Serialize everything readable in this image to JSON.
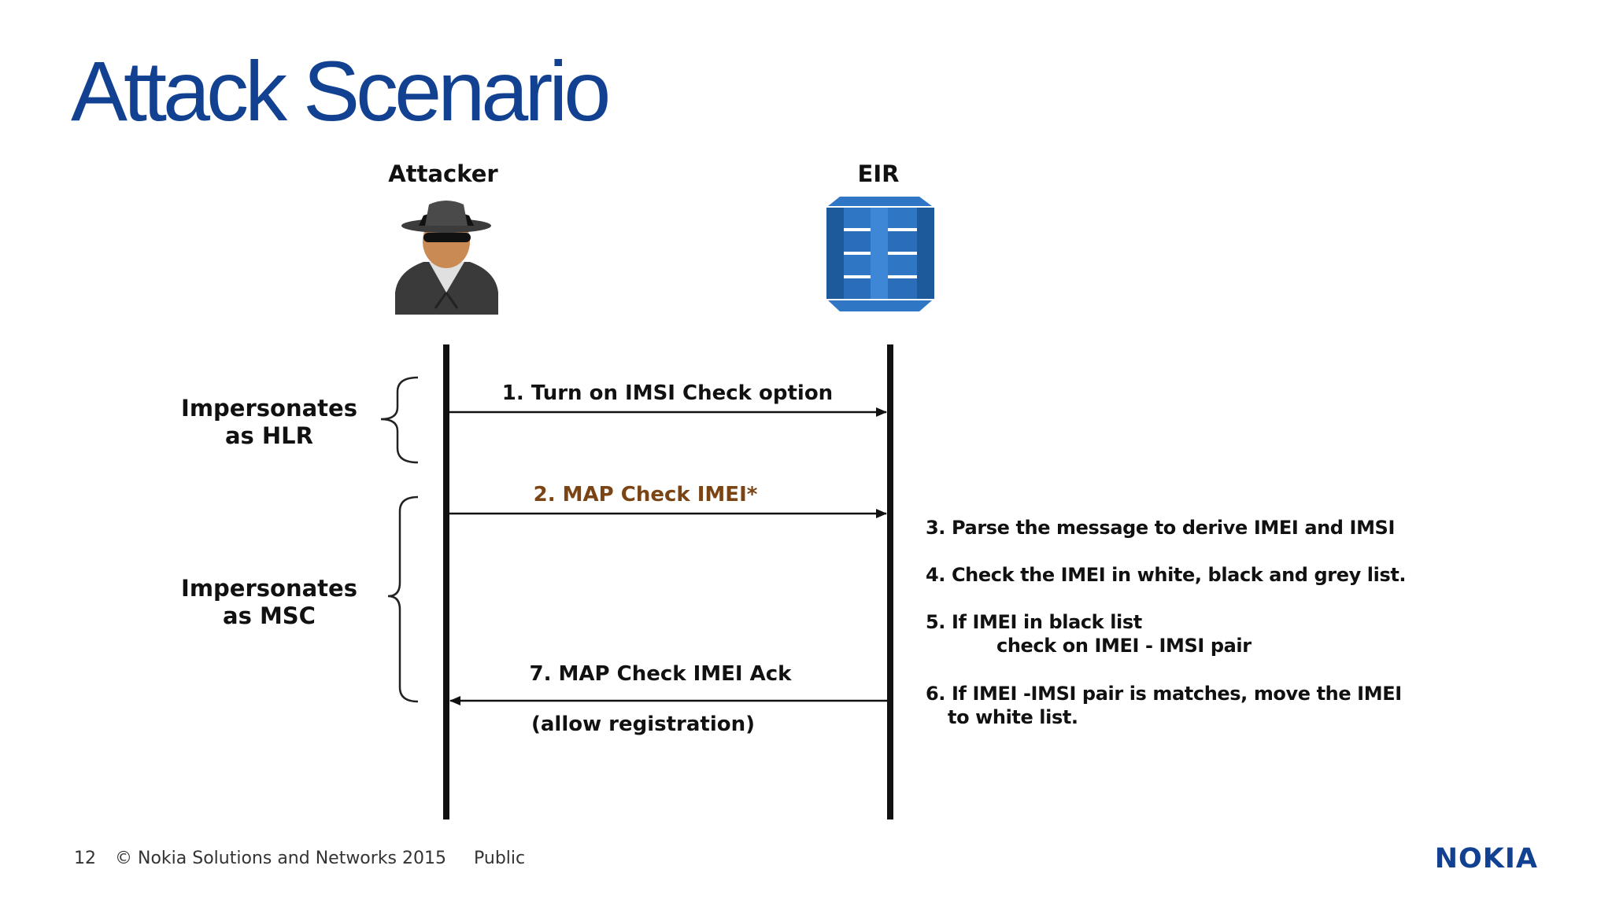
{
  "slide": {
    "title": "Attack Scenario"
  },
  "diagram": {
    "actors": {
      "attacker": "Attacker",
      "eir": "EIR"
    },
    "side_labels": {
      "hlr": "Impersonates\nas HLR",
      "msc": "Impersonates\nas MSC"
    },
    "messages": {
      "m1": "1. Turn on IMSI Check option",
      "m2": "2. MAP Check IMEI*",
      "m7": "7. MAP Check IMEI Ack",
      "m7_note": "(allow registration)"
    },
    "steps": {
      "s3": "3. Parse the message to derive IMEI and IMSI",
      "s4": "4. Check the IMEI in white, black and grey list.",
      "s5a": "5. If IMEI in black list",
      "s5b": "check on IMEI - IMSI pair",
      "s6a": "6. If IMEI -IMSI pair is matches, move the IMEI",
      "s6b": "to white list."
    },
    "icons": {
      "attacker": "spy-icon",
      "eir": "database-icon"
    },
    "colors": {
      "highlight_message": "#7a4415",
      "eir_icon": "#2f76c4",
      "brand": "#124191"
    }
  },
  "footer": {
    "page": "12",
    "copyright": "© Nokia Solutions and Networks 2015",
    "classification": "Public",
    "logo": "NOKIA"
  }
}
